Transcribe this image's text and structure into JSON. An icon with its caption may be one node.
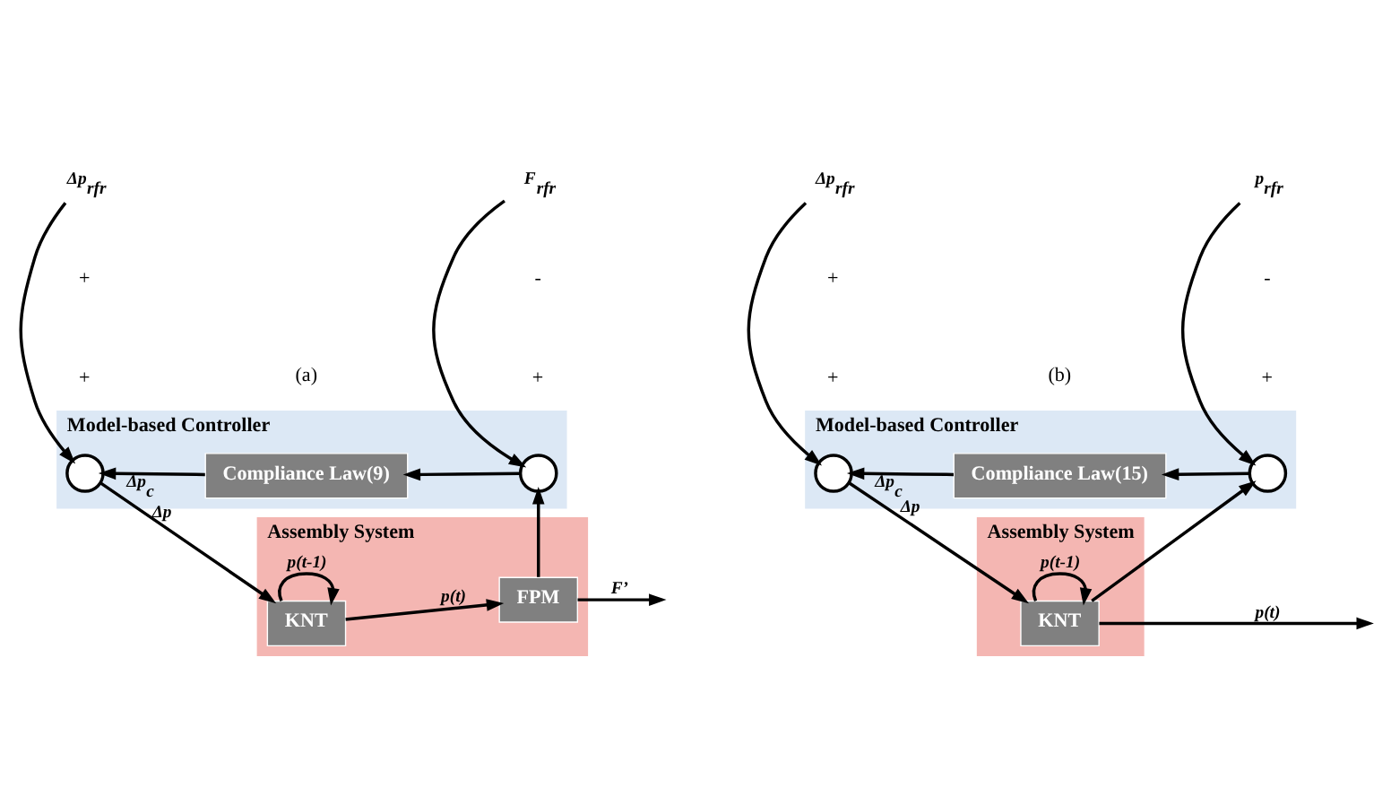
{
  "diagram": {
    "nodes": [
      {
        "text": [
          "Assembly System"
        ]
      },
      {
        "text": [
          "KNT"
        ],
        "in": 0
      },
      {
        "text": [
          "FPM"
        ],
        "in": 0
      },
      {
        "text": [
          "Model-based Controller"
        ]
      },
      {
        "text": [],
        "shape": "circle",
        "in": 3
      },
      {
        "text": [
          "Compliance Law(9)"
        ],
        "in": 3
      },
      {
        "text": [],
        "shape": "circle",
        "in": 3
      },
      {
        "text": [
          "Δp$_{rfr}$"
        ]
      },
      {
        "text": [
          "F$_{rfr}$"
        ]
      },
      {
        "text": [
          "Assembly System"
        ]
      },
      {
        "text": [
          "KNT"
        ],
        "in": 9
      },
      {
        "text": [
          "Model-based Controller"
        ]
      },
      {
        "text": [],
        "shape": "circle",
        "in": 11
      },
      {
        "text": [
          "Compliance Law(15)"
        ],
        "in": 11
      },
      {
        "text": [],
        "shape": "circle",
        "in": 11
      },
      {
        "text": [
          "Δp$_{rfr}$"
        ]
      },
      {
        "text": [
          "p$_{rfr}$"
        ]
      }
    ],
    "edges": [
      {
        "from": 4,
        "to": 1,
        "arrow": "to",
        "label": "Δp"
      },
      {
        "from": 1,
        "to": 2,
        "arrow": "to",
        "label": "p(t)"
      },
      {
        "from": 1,
        "to": 1,
        "arrow": "to",
        "label": "p(t-1)"
      },
      {
        "from": 2,
        "to": null,
        "arrow": "to",
        "label": "F’"
      },
      {
        "from": 2,
        "to": 6,
        "arrow": "to"
      },
      {
        "from": 6,
        "to": 5,
        "arrow": "to"
      },
      {
        "from": 5,
        "to": 4,
        "arrow": "to",
        "label": "Δp$_{c}$"
      },
      {
        "from": 7,
        "to": 4,
        "arrow": "to"
      },
      {
        "from": 8,
        "to": 6,
        "arrow": "to"
      },
      {
        "from": 12,
        "to": 10,
        "arrow": "to",
        "label": "Δp"
      },
      {
        "from": 10,
        "to": null,
        "arrow": "to",
        "label": "p(t)"
      },
      {
        "from": 10,
        "to": 10,
        "arrow": "to",
        "label": "p(t-1)"
      },
      {
        "from": 10,
        "to": 14,
        "arrow": "to"
      },
      {
        "from": 14,
        "to": 13,
        "arrow": "to"
      },
      {
        "from": 13,
        "to": 12,
        "arrow": "to",
        "label": "Δp$_{c}$"
      },
      {
        "from": 15,
        "to": 12,
        "arrow": "to"
      },
      {
        "from": 16,
        "to": 14,
        "arrow": "to"
      }
    ],
    "labels": [
      "+",
      "+",
      "+",
      "-",
      "+",
      "+",
      "+",
      "-",
      "(a)",
      "(b)"
    ]
  }
}
